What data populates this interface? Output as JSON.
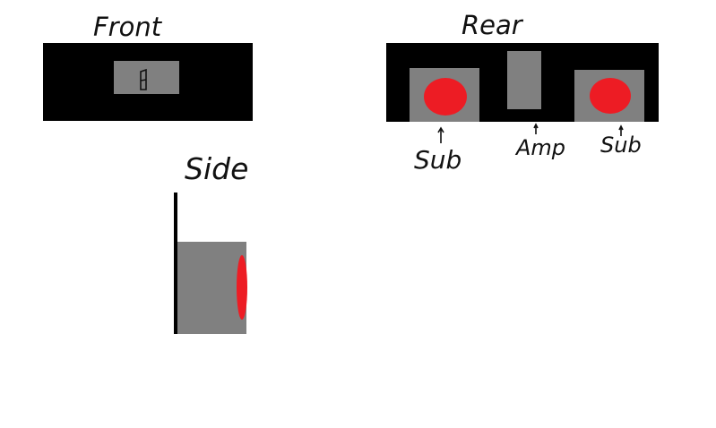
{
  "views": {
    "front": {
      "label": "Front"
    },
    "rear": {
      "label": "Rear",
      "callouts": {
        "left_sub": "Sub",
        "amp": "Amp",
        "right_sub": "Sub"
      }
    },
    "side": {
      "label": "Side"
    }
  },
  "colors": {
    "background": "#ffffff",
    "box": "#000000",
    "panel": "#808080",
    "speaker": "#ed1c24",
    "ink": "#111111"
  },
  "icons": [
    "up-arrow-icon",
    "latch-icon"
  ]
}
